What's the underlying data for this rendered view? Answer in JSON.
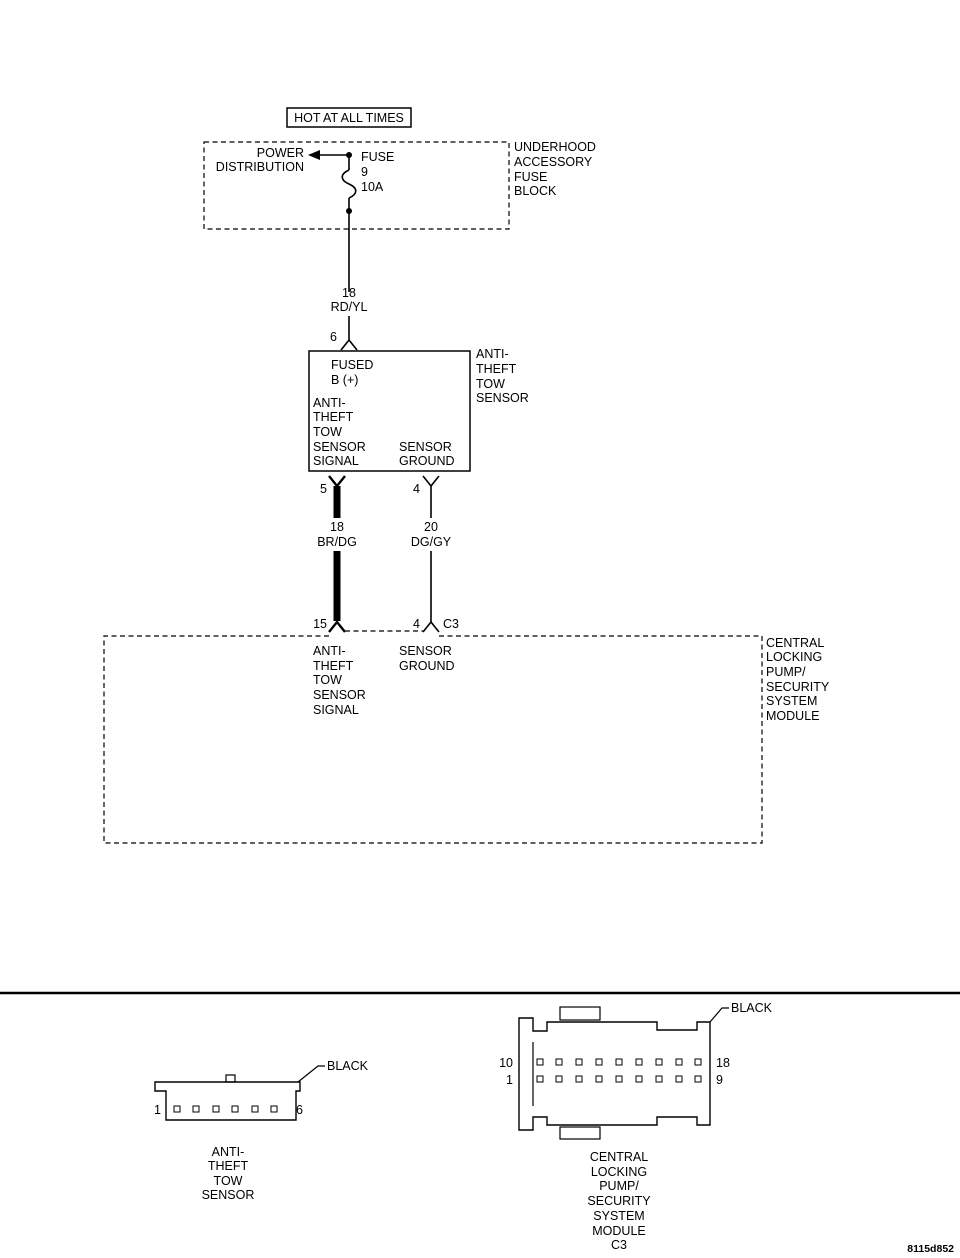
{
  "header": {
    "hot_label": "HOT AT ALL TIMES"
  },
  "fuse_block": {
    "power_distribution": [
      "POWER",
      "DISTRIBUTION"
    ],
    "fuse_label": [
      "FUSE",
      "9",
      "10A"
    ],
    "name": [
      "UNDERHOOD",
      "ACCESSORY",
      "FUSE",
      "BLOCK"
    ]
  },
  "wire_rd_yl": {
    "gauge": "18",
    "color": "RD/YL",
    "pin": "6"
  },
  "tow_sensor": {
    "name": [
      "ANTI-",
      "THEFT",
      "TOW",
      "SENSOR"
    ],
    "fused_b": [
      "FUSED",
      "B (+)"
    ],
    "signal_label": [
      "ANTI-",
      "THEFT",
      "TOW",
      "SENSOR",
      "SIGNAL"
    ],
    "ground_label": [
      "SENSOR",
      "GROUND"
    ],
    "pin_signal": "5",
    "pin_ground": "4"
  },
  "wire_br_dg": {
    "gauge": "18",
    "color": "BR/DG"
  },
  "wire_dg_gy": {
    "gauge": "20",
    "color": "DG/GY"
  },
  "module": {
    "name": [
      "CENTRAL",
      "LOCKING",
      "PUMP/",
      "SECURITY",
      "SYSTEM",
      "MODULE"
    ],
    "pin_signal": "15",
    "pin_ground": "4",
    "connector": "C3",
    "signal_label": [
      "ANTI-",
      "THEFT",
      "TOW",
      "SENSOR",
      "SIGNAL"
    ],
    "ground_label": [
      "SENSOR",
      "GROUND"
    ]
  },
  "connector_tow": {
    "color": "BLACK",
    "pin_left": "1",
    "pin_right": "6",
    "name": [
      "ANTI-",
      "THEFT",
      "TOW",
      "SENSOR"
    ]
  },
  "connector_c3": {
    "color": "BLACK",
    "top_left": "10",
    "bottom_left": "1",
    "top_right": "18",
    "bottom_right": "9",
    "name": [
      "CENTRAL",
      "LOCKING",
      "PUMP/",
      "SECURITY",
      "SYSTEM",
      "MODULE",
      "C3"
    ]
  },
  "figure_id": "8115d852"
}
